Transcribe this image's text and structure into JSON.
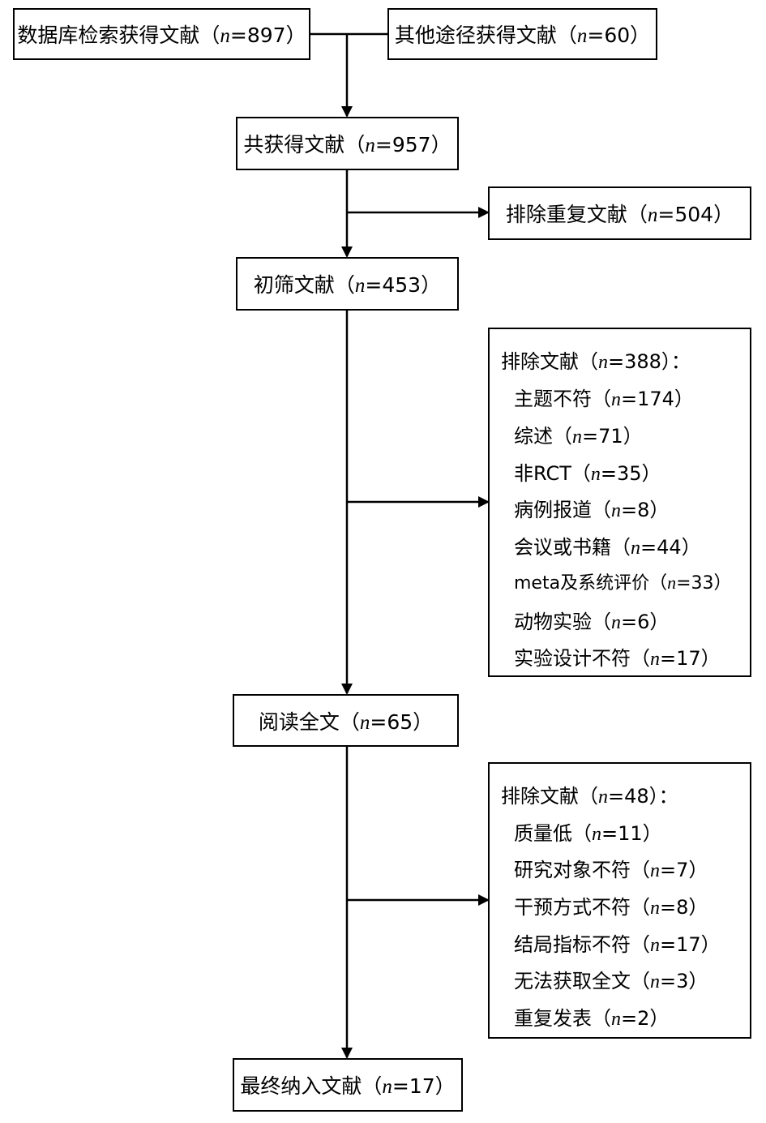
{
  "colors": {
    "line": "#000000",
    "background": "#ffffff"
  },
  "flow": {
    "db": {
      "prefix": "数据库检索获得文献（",
      "n": "n",
      "suffix": "=897）"
    },
    "other": {
      "prefix": "其他途径获得文献（",
      "n": "n",
      "suffix": "=60）"
    },
    "total": {
      "prefix": "共获得文献（",
      "n": "n",
      "suffix": "=957）"
    },
    "dup": {
      "prefix": "排除重复文献（",
      "n": "n",
      "suffix": "=504）"
    },
    "screen": {
      "prefix": "初筛文献（",
      "n": "n",
      "suffix": "=453）"
    },
    "full": {
      "prefix": "阅读全文（",
      "n": "n",
      "suffix": "=65）"
    },
    "final": {
      "prefix": "最终纳入文献（",
      "n": "n",
      "suffix": "=17）"
    }
  },
  "exclusion1": {
    "header": {
      "prefix": "排除文献（",
      "n": "n",
      "suffix": "=388）："
    },
    "items": [
      {
        "prefix": "主题不符（",
        "n": "n",
        "suffix": "=174）"
      },
      {
        "prefix": "综述（",
        "n": "n",
        "suffix": "=71）"
      },
      {
        "prefix": "非RCT（",
        "n": "n",
        "suffix": "=35）"
      },
      {
        "prefix": "病例报道（",
        "n": "n",
        "suffix": "=8）"
      },
      {
        "prefix": "会议或书籍（",
        "n": "n",
        "suffix": "=44）"
      },
      {
        "prefix": "meta及系统评价（",
        "n": "n",
        "suffix": "=33）"
      },
      {
        "prefix": "动物实验（",
        "n": "n",
        "suffix": "=6）"
      },
      {
        "prefix": "实验设计不符（",
        "n": "n",
        "suffix": "=17）"
      }
    ]
  },
  "exclusion2": {
    "header": {
      "prefix": "排除文献（",
      "n": "n",
      "suffix": "=48）："
    },
    "items": [
      {
        "prefix": "质量低（",
        "n": "n",
        "suffix": "=11）"
      },
      {
        "prefix": "研究对象不符（",
        "n": "n",
        "suffix": "=7）"
      },
      {
        "prefix": "干预方式不符（",
        "n": "n",
        "suffix": "=8）"
      },
      {
        "prefix": "结局指标不符（",
        "n": "n",
        "suffix": "=17）"
      },
      {
        "prefix": "无法获取全文（",
        "n": "n",
        "suffix": "=3）"
      },
      {
        "prefix": "重复发表（",
        "n": "n",
        "suffix": "=2）"
      }
    ]
  }
}
